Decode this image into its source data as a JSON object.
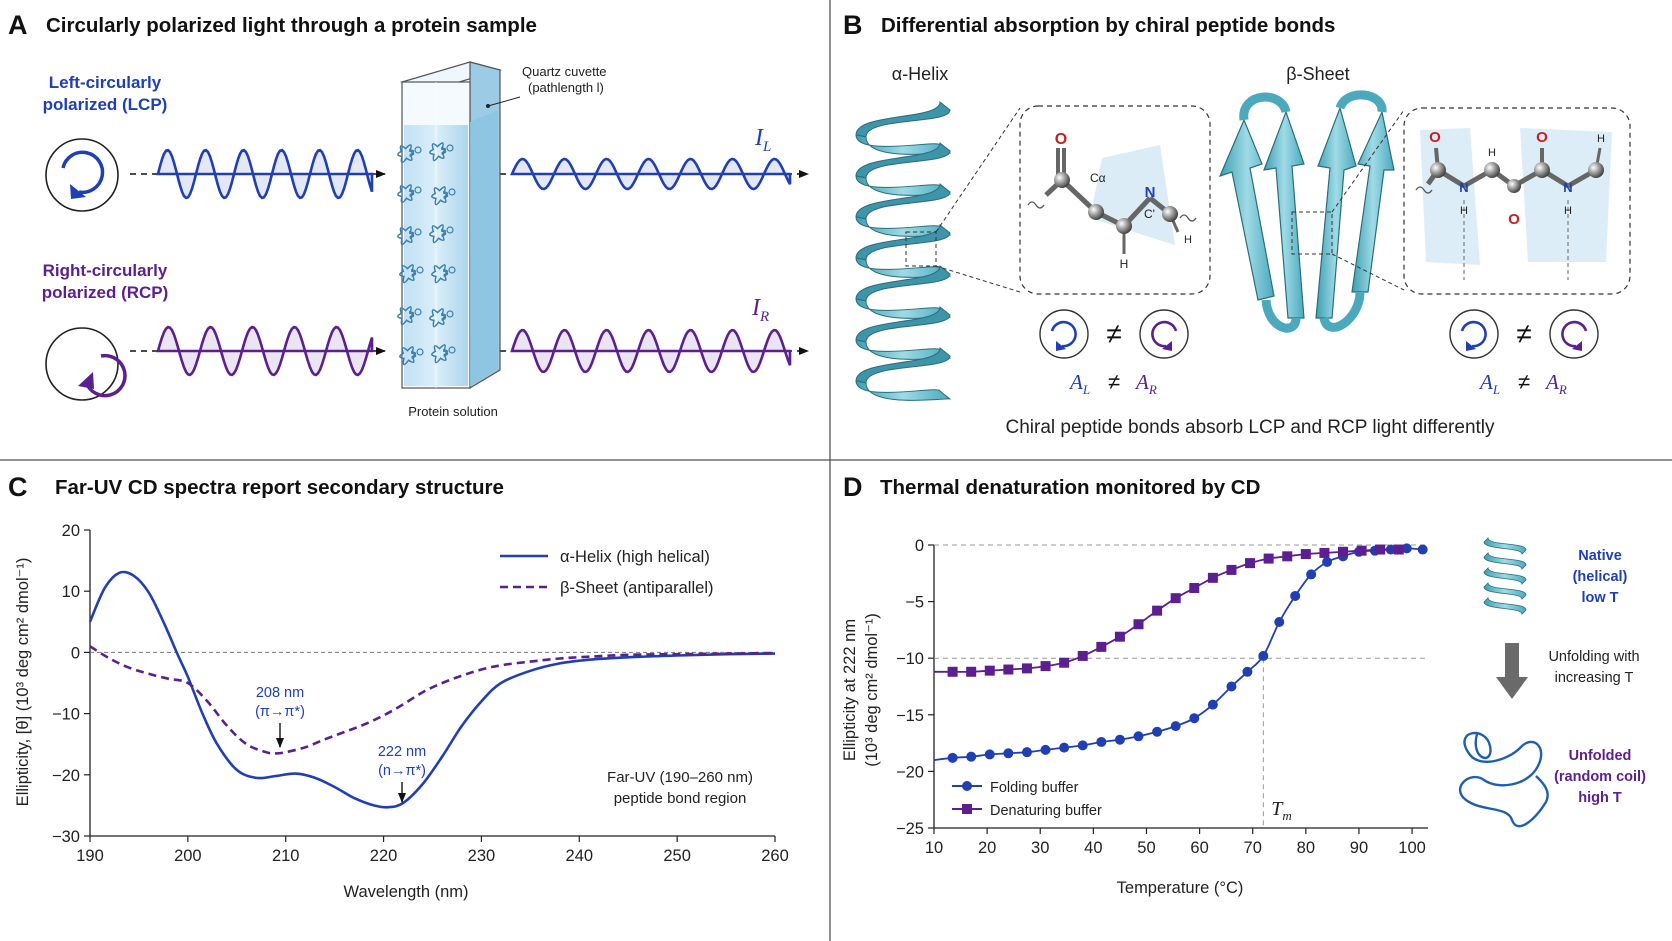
{
  "colors": {
    "lcp": "#1f3fb3",
    "rcp": "#5b1f8f",
    "teal": "#5bb8c8",
    "cuvette": "#a9d3ec"
  },
  "panelA": {
    "label": "A",
    "title": "Circularly polarized light through a protein sample",
    "lcp_line1": "Left-circularly",
    "lcp_line2": "polarized (LCP)",
    "rcp_line1": "Right-circularly",
    "rcp_line2": "polarized (RCP)",
    "cuvette_line1": "Quartz cuvette",
    "cuvette_line2": "(pathlength l)",
    "solution": "Protein solution",
    "il_main": "I",
    "il_sub": "L",
    "ir_main": "I",
    "ir_sub": "R"
  },
  "panelB": {
    "label": "B",
    "title": "Differential absorption by chiral peptide bonds",
    "helix_label": "α-Helix",
    "sheet_label": "β-Sheet",
    "atoms": {
      "o": "O",
      "ca": "Cα",
      "n": "N",
      "cprime": "C'",
      "h": "H"
    },
    "neq": "≠",
    "a_main": "A",
    "al_sub": "L",
    "ar_sub": "R",
    "caption": "Chiral peptide bonds absorb LCP and RCP light differently"
  },
  "panelC": {
    "label": "C",
    "title": "Far-UV CD spectra report secondary structure",
    "ylabel": "Ellipticity, [θ] (10³ deg cm² dmol⁻¹)",
    "xlabel": "Wavelength (nm)",
    "legend_helix": "α-Helix (high helical)",
    "legend_sheet": "β-Sheet (antiparallel)",
    "ann208_1": "208 nm",
    "ann208_2": "(π→π*)",
    "ann222_1": "222 nm",
    "ann222_2": "(n→π*)",
    "note1": "Far-UV (190–260 nm)",
    "note2": "peptide bond region"
  },
  "panelD": {
    "label": "D",
    "title": "Thermal denaturation monitored by CD",
    "ylabel1": "Ellipticity at 222 nm",
    "ylabel2": "(10³ deg cm² dmol⁻¹)",
    "xlabel": "Temperature (°C)",
    "legend_folding": "Folding buffer",
    "legend_denat": "Denaturing buffer",
    "tm_main": "T",
    "tm_sub": "m",
    "native1": "Native",
    "native2": "(helical)",
    "native3": "low T",
    "unfold1": "Unfolding with",
    "unfold2": "increasing T",
    "unfolded1": "Unfolded",
    "unfolded2": "(random coil)",
    "unfolded3": "high T"
  },
  "chart_data": [
    {
      "type": "line",
      "xlim": [
        190,
        260
      ],
      "ylim": [
        -30,
        20
      ],
      "xticks": [
        "190",
        "200",
        "210",
        "220",
        "230",
        "240",
        "250",
        "260"
      ],
      "yticks": [
        "20",
        "10",
        "0",
        "−10",
        "−20",
        "−30"
      ],
      "series": [
        {
          "name": "α-Helix (high helical)",
          "x": [
            190,
            191.5,
            193,
            194.5,
            196,
            197.5,
            199,
            200,
            201.5,
            203,
            205,
            207,
            209,
            211,
            213,
            215,
            217,
            219,
            220.5,
            222,
            224,
            226,
            228,
            230,
            232,
            235,
            238,
            241,
            245,
            250,
            255,
            260
          ],
          "y": [
            5,
            10.5,
            13,
            12.5,
            9.8,
            5,
            -0.5,
            -4,
            -10,
            -15,
            -19.2,
            -20.5,
            -20.2,
            -19.8,
            -20.5,
            -22,
            -23.8,
            -25,
            -25.3,
            -24.6,
            -21.5,
            -17,
            -12,
            -8,
            -5,
            -3,
            -1.8,
            -1.2,
            -0.8,
            -0.5,
            -0.3,
            -0.2
          ]
        },
        {
          "name": "β-Sheet (antiparallel)",
          "x": [
            190,
            192,
            194,
            196,
            198,
            200,
            202,
            204,
            206,
            208,
            209,
            210,
            212,
            214,
            216,
            218,
            220,
            222,
            224,
            226,
            228,
            230,
            232,
            235,
            238,
            241,
            245,
            250,
            255,
            260
          ],
          "y": [
            1,
            -1,
            -2.5,
            -3.5,
            -4.3,
            -5,
            -8,
            -12,
            -15,
            -16.3,
            -16.5,
            -16.3,
            -15.5,
            -14.2,
            -13,
            -11.8,
            -10.3,
            -8.5,
            -6.5,
            -5,
            -3.8,
            -2.8,
            -2.1,
            -1.5,
            -1,
            -0.7,
            -0.4,
            -0.3,
            -0.2,
            -0.1
          ]
        }
      ]
    },
    {
      "type": "line",
      "xlim": [
        10,
        103
      ],
      "ylim": [
        -25,
        0
      ],
      "xticks": [
        "10",
        "20",
        "30",
        "40",
        "50",
        "60",
        "70",
        "80",
        "90",
        "100"
      ],
      "yticks": [
        "0",
        "−5",
        "−10",
        "−15",
        "−20",
        "−25"
      ],
      "tm": 72,
      "series": [
        {
          "name": "Folding buffer",
          "x": [
            10,
            13.5,
            17,
            20.5,
            24,
            27.5,
            31,
            34.5,
            38,
            41.5,
            45,
            48.5,
            52,
            55.5,
            59,
            62.5,
            66,
            69,
            72,
            75,
            78,
            81,
            84,
            87,
            90,
            93,
            96,
            99,
            102
          ],
          "y": [
            -19,
            -18.8,
            -18.7,
            -18.5,
            -18.4,
            -18.3,
            -18.1,
            -17.9,
            -17.7,
            -17.4,
            -17.2,
            -16.9,
            -16.5,
            -16,
            -15.3,
            -14.1,
            -12.5,
            -11.2,
            -9.8,
            -6.8,
            -4.5,
            -2.6,
            -1.5,
            -1,
            -0.6,
            -0.5,
            -0.4,
            -0.3,
            -0.4
          ]
        },
        {
          "name": "Denaturing buffer",
          "x": [
            10,
            13.5,
            17,
            20.5,
            24,
            27.5,
            31,
            34.5,
            38,
            41.5,
            45,
            48.5,
            52,
            55.5,
            59,
            62.5,
            66,
            69.5,
            73,
            76.5,
            80,
            83.5,
            87,
            90.5,
            94,
            97.5
          ],
          "y": [
            -11.2,
            -11.2,
            -11.2,
            -11.1,
            -11,
            -10.9,
            -10.7,
            -10.4,
            -9.8,
            -9,
            -8.1,
            -7,
            -5.8,
            -4.7,
            -3.8,
            -2.9,
            -2.2,
            -1.6,
            -1.2,
            -1,
            -0.8,
            -0.7,
            -0.6,
            -0.5,
            -0.4,
            -0.4
          ]
        }
      ]
    }
  ]
}
